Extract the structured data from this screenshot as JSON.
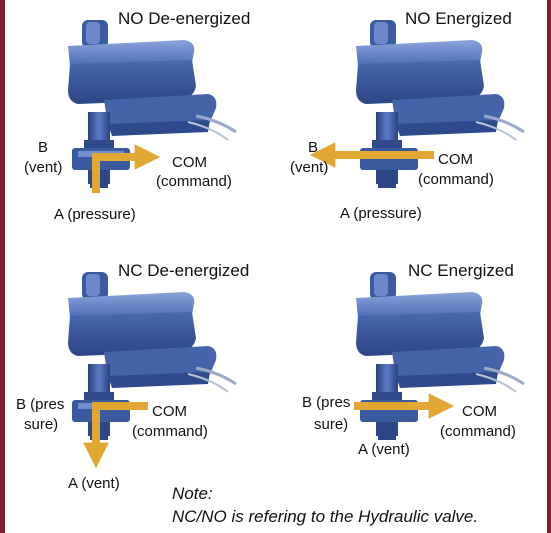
{
  "panels": {
    "no_de": {
      "title": "NO De-energized",
      "b_label_1": "B",
      "b_label_2": "(vent)",
      "com_label_1": "COM",
      "com_label_2": "(command)",
      "a_label": "A (pressure)"
    },
    "no_en": {
      "title": "NO Energized",
      "b_label_1": "B",
      "b_label_2": "(vent)",
      "com_label_1": "COM",
      "com_label_2": "(command)",
      "a_label": "A (pressure)"
    },
    "nc_de": {
      "title": "NC De-energized",
      "b_label_1": "B (pres",
      "b_label_2": "sure)",
      "com_label_1": "COM",
      "com_label_2": "(command)",
      "a_label": "A (vent)"
    },
    "nc_en": {
      "title": "NC Energized",
      "b_label_1": "B (pres",
      "b_label_2": "sure)",
      "com_label_1": "COM",
      "com_label_2": "(command)",
      "a_label": "A (vent)"
    }
  },
  "note": {
    "heading": "Note:",
    "text": "NC/NO is refering to the Hydraulic valve."
  },
  "colors": {
    "border": "#7a1f2b",
    "valve_body": "#3e5fa3",
    "valve_dark": "#2a4280",
    "valve_light": "#6f8fd0",
    "arrow": "#e2a633"
  }
}
